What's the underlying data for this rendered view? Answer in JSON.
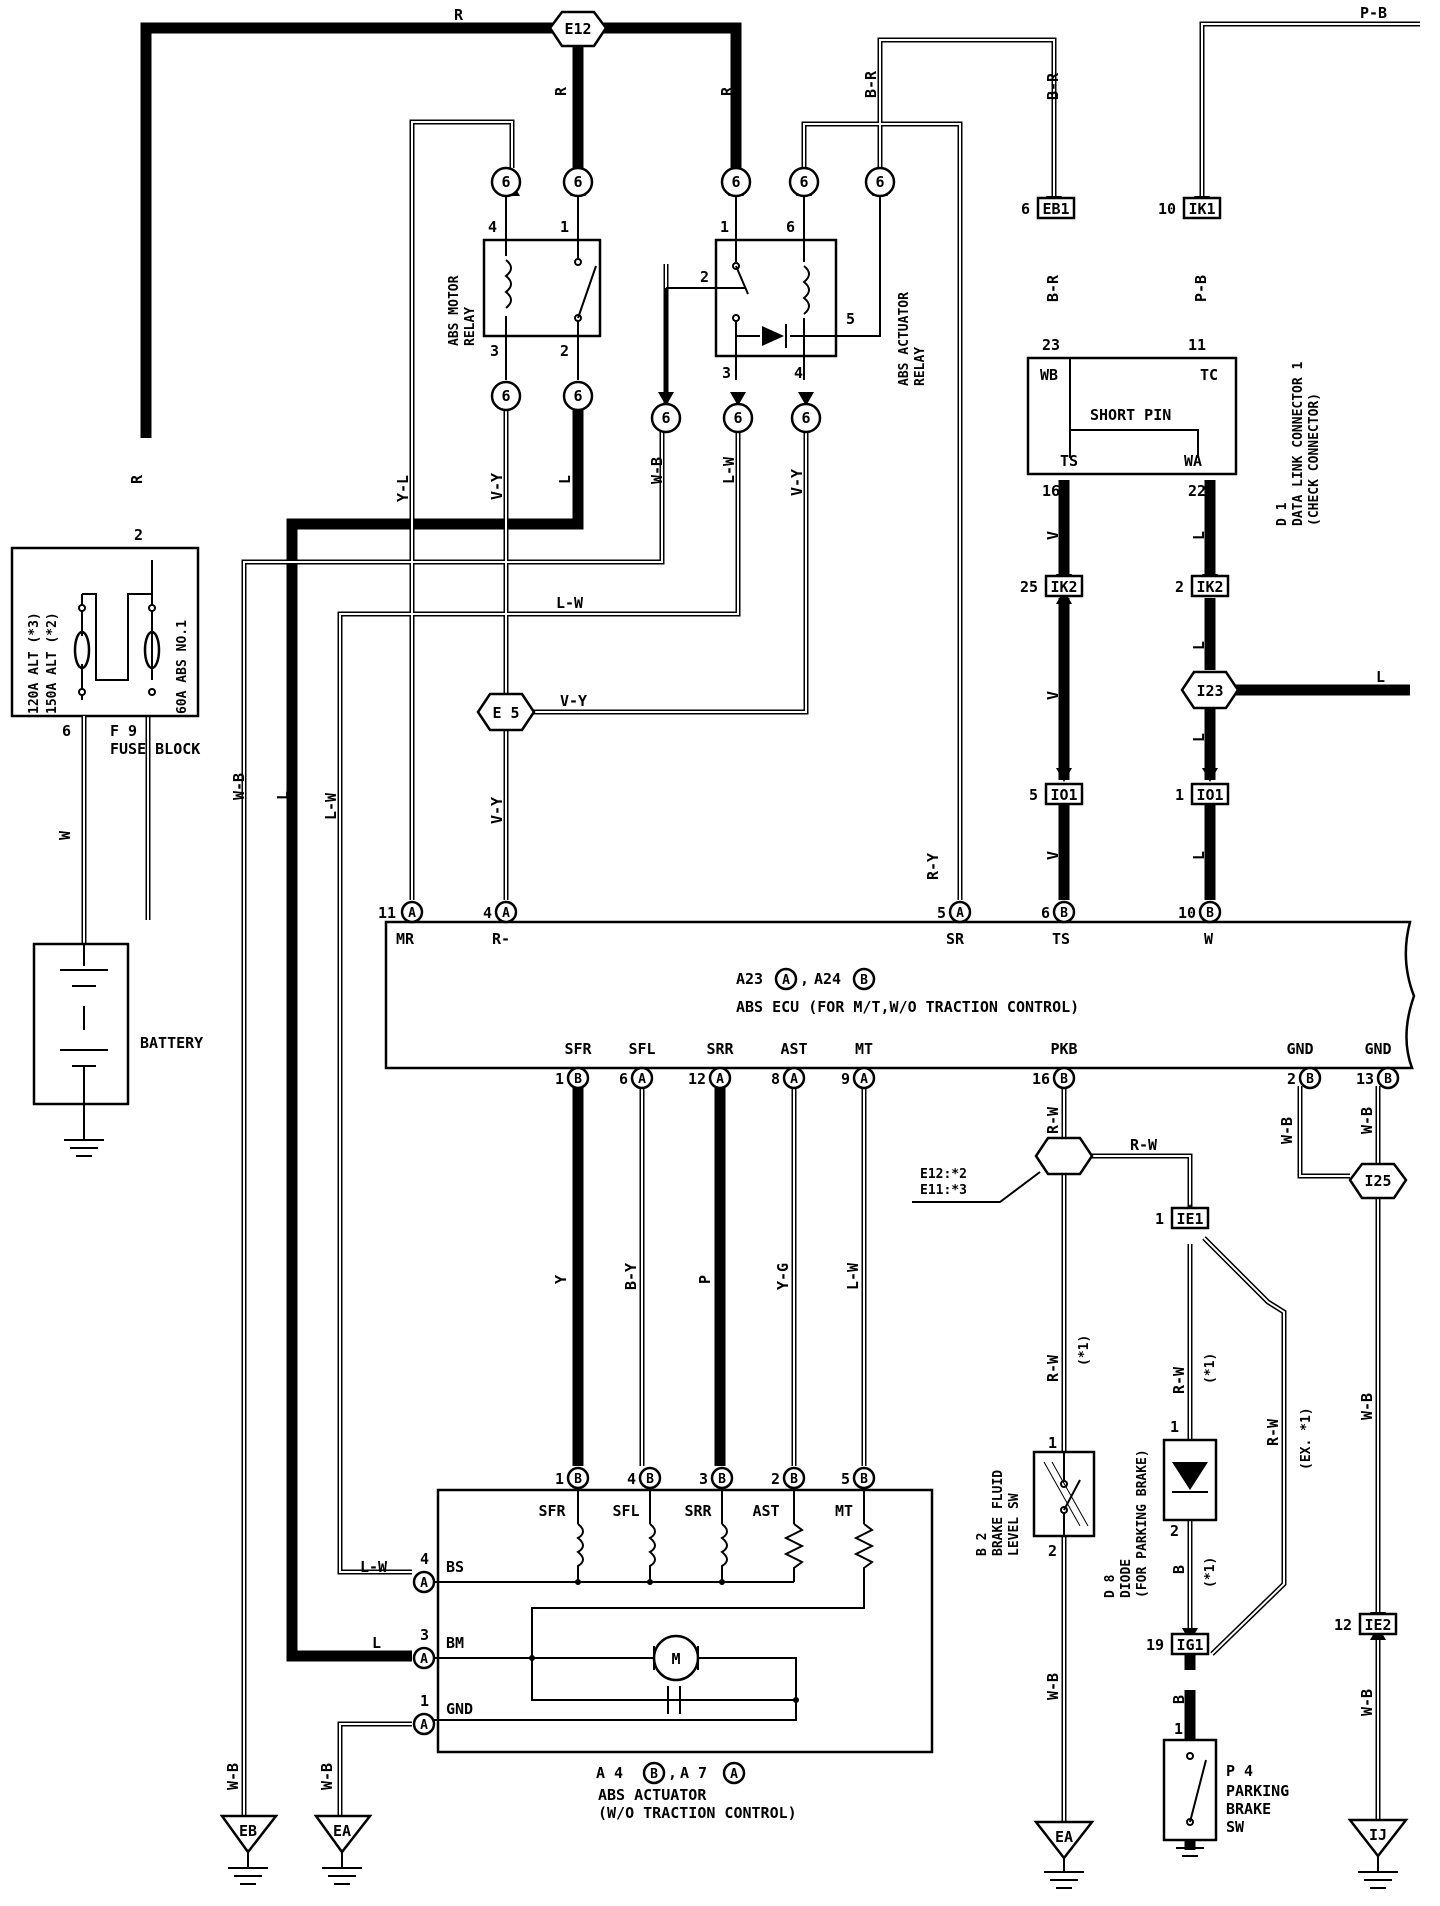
{
  "colors": {
    "background": "#ffffff",
    "ink": "#000000"
  },
  "wires": {
    "r_top": "R",
    "r_e12_left": "R",
    "r_e12_right": "R",
    "r_fuse": "R",
    "br_top": "B-R",
    "br_down": "B-R",
    "br_eb1": "B-R",
    "br_relay": "B-R",
    "pb_top": "P-B",
    "pb_ik1": "P-B",
    "yl_motor": "Y-L",
    "vy_motor": "V-Y",
    "vy_e5": "V-Y",
    "vy_e5_down": "V-Y",
    "vy_act": "V-Y",
    "l_motor": "L",
    "l_down": "L",
    "wb_fuse": "W-B",
    "wb_relay": "W-B",
    "lw_relay": "L-W",
    "lw_horiz": "L-W",
    "lw_down": "L-W",
    "w_battery": "W",
    "ry_sr": "R-Y",
    "v_ts1": "V",
    "v_ts2": "V",
    "v_ts3": "V",
    "l_wa1": "L",
    "l_wa2": "L",
    "l_wa3": "L",
    "l_wa4": "L",
    "l_i23": "L",
    "y_sfr": "Y",
    "by_sfl": "B-Y",
    "p_srr": "P",
    "yg_ast": "Y-G",
    "lw_mt": "L-W",
    "rw_pkb": "R-W",
    "rw_horiz": "R-W",
    "rw_brake": "R-W",
    "rw_star1a": "(*1)",
    "rw_ie1": "R-W",
    "rw_star1b": "(*1)",
    "rw_ex": "R-W",
    "rw_ex_note": "(EX. *1)",
    "b_diode": "B",
    "b_diode_note": "(*1)",
    "b_ig1": "B",
    "wb_gnd": "W-B",
    "wb_gnd2": "W-B",
    "wb_i25": "W-B",
    "wb_ie2": "W-B",
    "wb_eb": "W-B",
    "wb_ea": "W-B",
    "wb_ea2": "W-B",
    "lw_bs": "L-W",
    "l_bm": "L"
  },
  "connectors": {
    "e12": "E12",
    "e5": "E 5",
    "i23": "I23",
    "i25": "I25",
    "c6": "6",
    "eb1": "EB1",
    "ik1": "IK1",
    "ik2": "IK2",
    "io1": "IO1",
    "ie1": "IE1",
    "ig1": "IG1",
    "ie2": "IE2",
    "a": "A",
    "b": "B",
    "junction_note_1": "E12:*2",
    "junction_note_2": "E11:*3"
  },
  "pins": {
    "p1": "1",
    "p2": "2",
    "p3": "3",
    "p4": "4",
    "p5": "5",
    "p6": "6",
    "p8": "8",
    "p9": "9",
    "p10": "10",
    "p11": "11",
    "p12": "12",
    "p13": "13",
    "p16": "16",
    "p19": "19",
    "p22": "22",
    "p23": "23",
    "p25": "25"
  },
  "components": {
    "fuse_block": {
      "fuse1": "120A ALT (*3)",
      "fuse1b": "150A ALT (*2)",
      "fuse2": "60A ABS NO.1",
      "code": "F 9",
      "name": "FUSE BLOCK"
    },
    "battery": "BATTERY",
    "motor_relay": {
      "line1": "ABS MOTOR",
      "line2": "RELAY"
    },
    "actuator_relay": {
      "line1": "ABS ACTUATOR",
      "line2": "RELAY"
    },
    "dlc": {
      "pin_wb": "WB",
      "pin_tc": "TC",
      "pin_ts": "TS",
      "pin_wa": "WA",
      "short_pin": "SHORT PIN",
      "code": "D 1",
      "line1": "DATA LINK CONNECTOR 1",
      "line2": "(CHECK CONNECTOR)"
    },
    "ecu": {
      "ref_a": "A23",
      "ref_b": "A24",
      "sep": ",",
      "name": "ABS ECU (FOR M/T,W/O TRACTION CONTROL)",
      "mr": "MR",
      "rminus": "R-",
      "sr": "SR",
      "ts": "TS",
      "w": "W",
      "sfr": "SFR",
      "sfl": "SFL",
      "srr": "SRR",
      "ast": "AST",
      "mt": "MT",
      "pkb": "PKB",
      "gnd1": "GND",
      "gnd2": "GND"
    },
    "actuator": {
      "sfr": "SFR",
      "sfl": "SFL",
      "srr": "SRR",
      "ast": "AST",
      "mt": "MT",
      "bs": "BS",
      "bm": "BM",
      "gnd": "GND",
      "motor": "M",
      "ref_a": "A 4",
      "ref_b": "A 7",
      "sep": ",",
      "name": "ABS ACTUATOR",
      "note": "(W/O TRACTION CONTROL)"
    },
    "brake_fluid": {
      "code": "B 2",
      "line1": "BRAKE FLUID",
      "line2": "LEVEL SW"
    },
    "diode": {
      "code": "D 8",
      "line1": "DIODE",
      "line2": "(FOR PARKING BRAKE)"
    },
    "parking": {
      "code": "P 4",
      "line1": "PARKING",
      "line2": "BRAKE",
      "line3": "SW"
    }
  },
  "grounds": {
    "eb": "EB",
    "ea1": "EA",
    "ea2": "EA",
    "ij": "IJ"
  }
}
